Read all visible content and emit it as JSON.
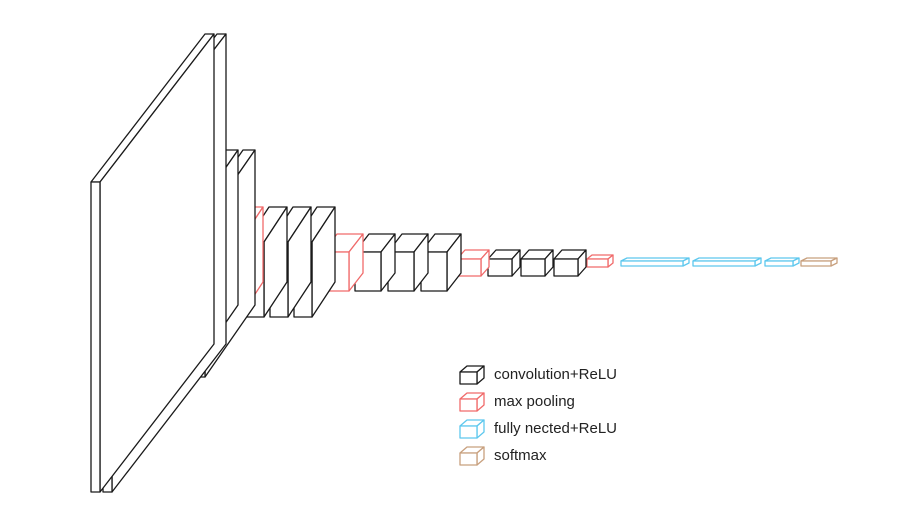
{
  "colors": {
    "convolution": "#1a1a1a",
    "pooling": "#f06a6a",
    "fully_connected": "#5ec8ee",
    "softmax": "#c8a07e"
  },
  "layers": [
    {
      "name": "input-plane-1",
      "kind": "convolution"
    },
    {
      "name": "input-plane-2",
      "kind": "convolution"
    },
    {
      "name": "pool-1",
      "kind": "pooling"
    },
    {
      "name": "conv-2a",
      "kind": "convolution"
    },
    {
      "name": "conv-2b",
      "kind": "convolution"
    },
    {
      "name": "pool-2",
      "kind": "pooling"
    },
    {
      "name": "conv-3a",
      "kind": "convolution"
    },
    {
      "name": "conv-3b",
      "kind": "convolution"
    },
    {
      "name": "conv-3c",
      "kind": "convolution"
    },
    {
      "name": "pool-3",
      "kind": "pooling"
    },
    {
      "name": "conv-4a",
      "kind": "convolution"
    },
    {
      "name": "conv-4b",
      "kind": "convolution"
    },
    {
      "name": "conv-4c",
      "kind": "convolution"
    },
    {
      "name": "pool-4",
      "kind": "pooling"
    },
    {
      "name": "conv-5a",
      "kind": "convolution"
    },
    {
      "name": "conv-5b",
      "kind": "convolution"
    },
    {
      "name": "conv-5c",
      "kind": "convolution"
    },
    {
      "name": "pool-5",
      "kind": "pooling"
    },
    {
      "name": "fc-1",
      "kind": "fully_connected"
    },
    {
      "name": "fc-2",
      "kind": "fully_connected"
    },
    {
      "name": "fc-3",
      "kind": "fully_connected"
    },
    {
      "name": "softmax",
      "kind": "softmax"
    }
  ],
  "legend": [
    {
      "kind": "convolution",
      "label": "convolution+ReLU"
    },
    {
      "kind": "pooling",
      "label": "max pooling"
    },
    {
      "kind": "fully_connected",
      "label": "fully nected+ReLU"
    },
    {
      "kind": "softmax",
      "label": "softmax"
    }
  ]
}
